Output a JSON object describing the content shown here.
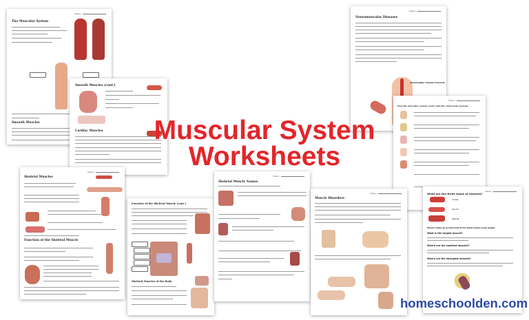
{
  "title": {
    "line1": "Muscular System",
    "line2": "Worksheets"
  },
  "website": "homeschoolden.com",
  "colors": {
    "title": "#e3262a",
    "website": "#2c4aa6",
    "muscle": "#c9453d"
  },
  "name_label": "Name:",
  "worksheets": [
    {
      "title": "The Muscular System",
      "subtitle": "Smooth Muscles"
    },
    {
      "title": "Smooth Muscles (cont.)",
      "subtitle": "Cardiac Muscles"
    },
    {
      "title": "Neuromuscular Diseases",
      "caption": "Amyotrophic Lateral Sclerosis"
    },
    {
      "title": "How the muscular system works with the other body systems"
    },
    {
      "title": "Skeletal Muscles",
      "subtitle": "Function of the Skeletal Muscle"
    },
    {
      "title": "Function of the Skeletal Muscle (cont.)",
      "subtitle": "Skeletal Muscles of the Body"
    },
    {
      "title": "Skeletal Muscle Names"
    },
    {
      "title": "Muscle Disorders"
    },
    {
      "title": "What are the three types of muscles?",
      "labels": [
        "cardiac",
        "smooth",
        "skeletal"
      ],
      "headings": [
        "Muscle make up around half of the total human body weight",
        "What is the largest muscle?",
        "Where are the smallest muscles?",
        "Where are the strongest muscles?"
      ]
    }
  ]
}
